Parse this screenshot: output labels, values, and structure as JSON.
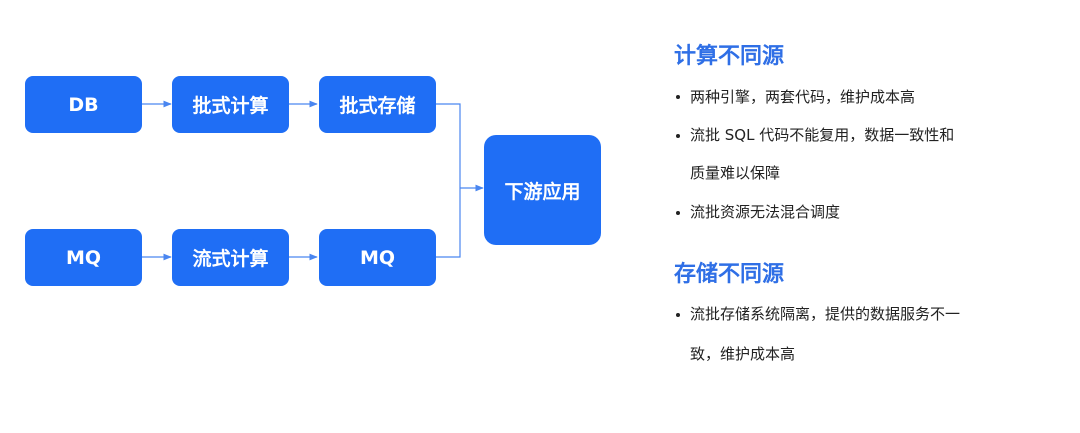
{
  "diagram": {
    "nodes": {
      "db": "DB",
      "batch_compute": "批式计算",
      "batch_storage": "批式存储",
      "mq_source": "MQ",
      "stream_compute": "流式计算",
      "mq_sink": "MQ",
      "downstream_app": "下游应用"
    }
  },
  "panel": {
    "sections": [
      {
        "title": "计算不同源",
        "bullets": [
          [
            "两种引擎，两套代码，维护成本高"
          ],
          [
            "流批 SQL 代码不能复用，数据一致性和",
            "质量难以保障"
          ],
          [
            "流批资源无法混合调度"
          ]
        ]
      },
      {
        "title": "存储不同源",
        "bullets": [
          [
            "流批存储系统隔离，提供的数据服务不一",
            "致，维护成本高"
          ]
        ]
      }
    ]
  },
  "colors": {
    "node_fill": "#1f6ef5",
    "node_text": "#ffffff",
    "connector": "#4a86f0",
    "title": "#2f6fe6",
    "body_text": "#222222"
  }
}
